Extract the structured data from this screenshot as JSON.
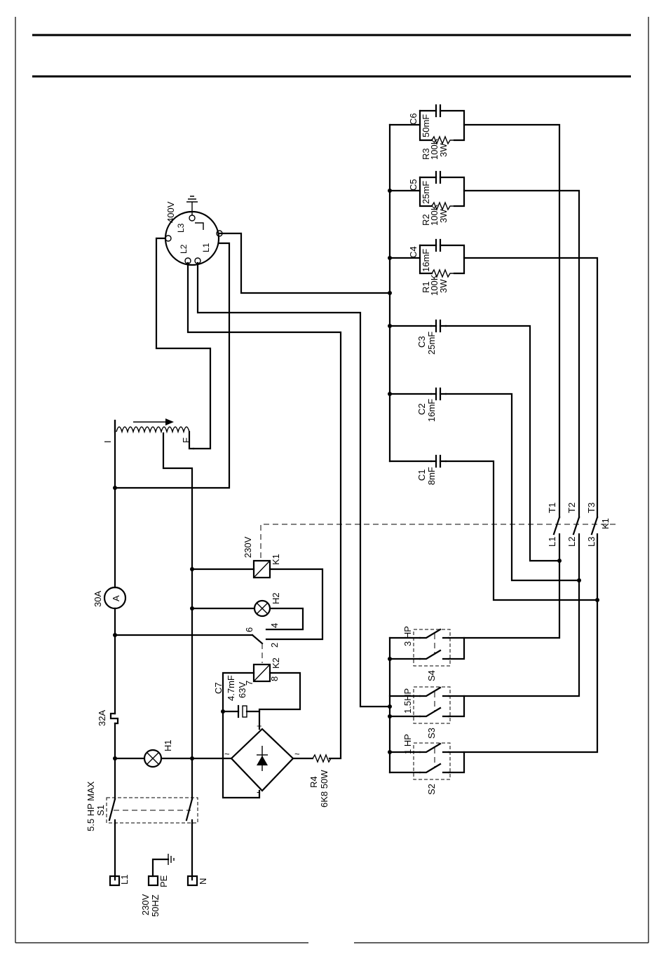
{
  "outlet": {
    "voltage": "400V",
    "pins": [
      "L1",
      "L2",
      "L3"
    ]
  },
  "transformer": {
    "in_label": "I",
    "out_label": "F"
  },
  "capacitors": [
    {
      "name": "C6",
      "value": "50mF",
      "resistor": "R3",
      "r_value": "100K",
      "r_power": "3W"
    },
    {
      "name": "C5",
      "value": "25mF",
      "resistor": "R2",
      "r_value": "100K",
      "r_power": "3W"
    },
    {
      "name": "C4",
      "value": "16mF",
      "resistor": "R1",
      "r_value": "100K",
      "r_power": "3W"
    },
    {
      "name": "C3",
      "value": "25mF"
    },
    {
      "name": "C2",
      "value": "16mF"
    },
    {
      "name": "C1",
      "value": "8mF"
    }
  ],
  "contactor": {
    "name": "K1",
    "contacts": [
      "T1",
      "T2",
      "T3"
    ],
    "lines": [
      "L1",
      "L2",
      "L3"
    ],
    "coil_voltage": "230V"
  },
  "ammeter": {
    "rating": "30A",
    "symbol": "A"
  },
  "lamps": {
    "h1": "H1",
    "h2": "H2"
  },
  "relay_k2": {
    "name": "K2",
    "pins": {
      "p6": "6",
      "p2": "2",
      "p4": "4",
      "p7": "7",
      "p8": "8"
    }
  },
  "c7": {
    "name": "C7",
    "value": "4.7mF",
    "voltage": "63V"
  },
  "breaker": {
    "rating": "32A"
  },
  "rectifier": {
    "plus": "+",
    "minus": "-",
    "ac": "~"
  },
  "resistor_r4": {
    "name": "R4",
    "value": "6K8 50W"
  },
  "switches": [
    {
      "name": "S4",
      "label": "3 HP"
    },
    {
      "name": "S3",
      "label": "1.5HP"
    },
    {
      "name": "S2",
      "label": "1 HP"
    }
  ],
  "main_switch": {
    "name": "S1",
    "label": "5.5 HP MAX"
  },
  "terminals": {
    "l1": "L1",
    "pe": "PE",
    "n": "N"
  },
  "supply": {
    "voltage": "230V",
    "frequency": "50HZ"
  }
}
